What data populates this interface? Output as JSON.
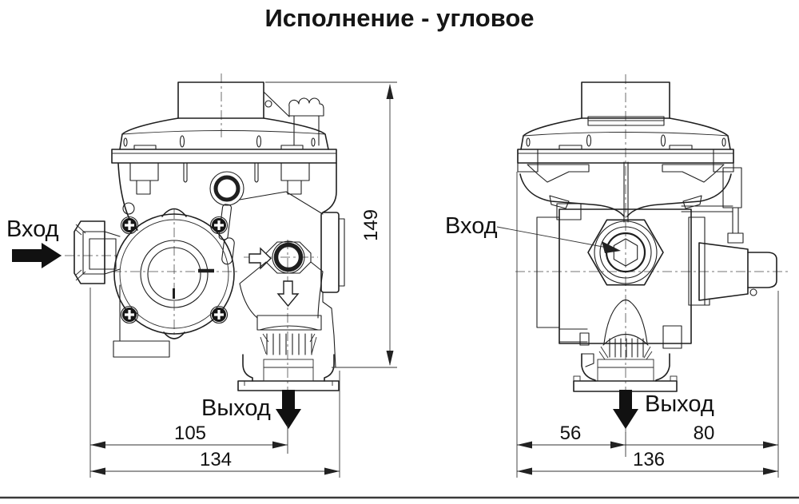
{
  "title": "Исполнение - угловое",
  "colors": {
    "ink": "#1f1f1f",
    "background": "#ffffff"
  },
  "front_view": {
    "inlet_label": "Вход",
    "outlet_label": "Выход",
    "dim_height": "149",
    "dim_inlet_to_outlet": "105",
    "dim_width": "134"
  },
  "side_view": {
    "inlet_label": "Вход",
    "outlet_label": "Выход",
    "dim_left": "56",
    "dim_right": "80",
    "dim_width": "136"
  }
}
